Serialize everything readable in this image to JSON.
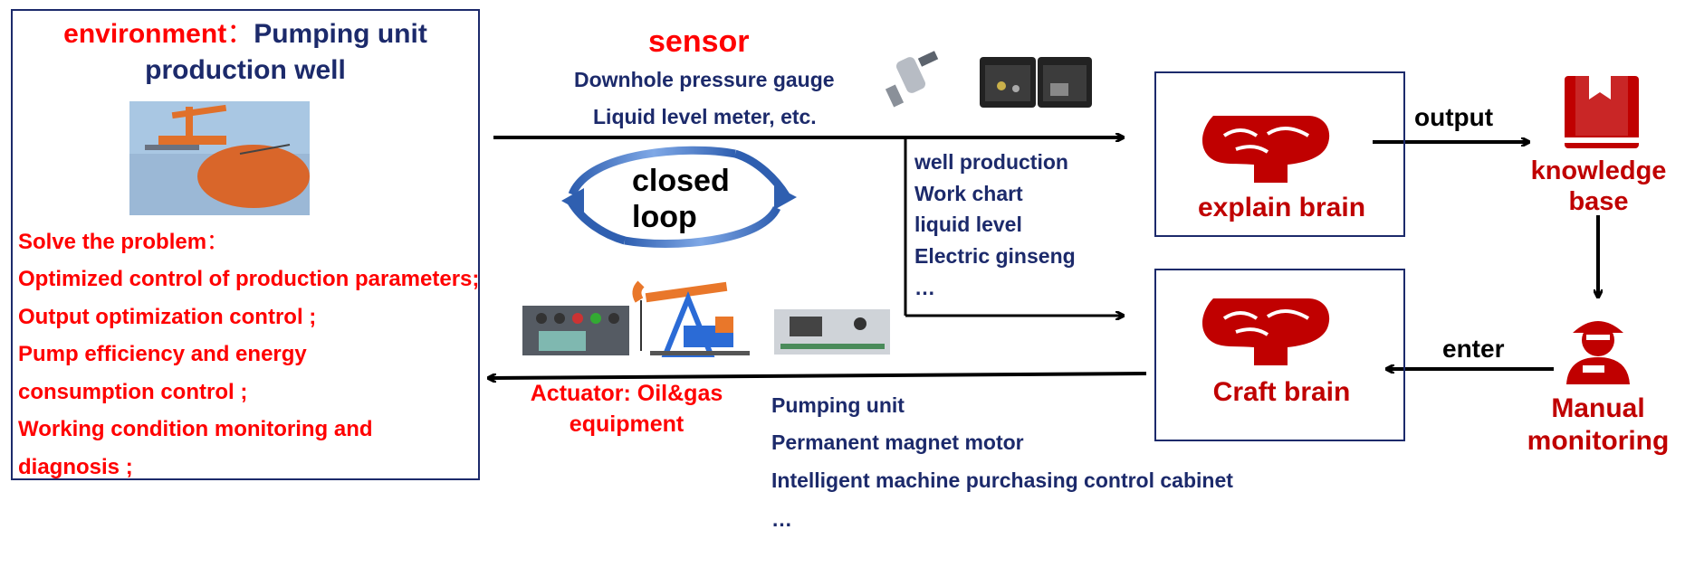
{
  "environment": {
    "label": "environment",
    "separator": "：",
    "title_line1": "Pumping unit",
    "title_line2": "production well",
    "solve_label": "Solve the problem",
    "solve_colon": "：",
    "problems": [
      "Optimized control of production parameters;",
      "Output optimization control ;",
      "Pump efficiency and energy",
      "consumption control ;",
      "Working condition monitoring and",
      "diagnosis ;"
    ],
    "image_icon": "pumping-unit-well-scene"
  },
  "sensor": {
    "title": "sensor",
    "items": [
      "Downhole pressure gauge",
      "Liquid level meter, etc."
    ],
    "image_icons": [
      "pressure-transmitter",
      "instrument-cases"
    ]
  },
  "data_items": [
    "well production",
    "Work chart",
    "liquid level",
    "Electric ginseng",
    "…"
  ],
  "closed_loop": {
    "line1": "closed",
    "line2": "loop"
  },
  "explain_brain": {
    "label": "explain brain",
    "icon": "brain-icon"
  },
  "craft_brain": {
    "label": "Craft brain",
    "icon": "brain-icon"
  },
  "output_label": "output",
  "enter_label": "enter",
  "knowledge_base": {
    "line1": "knowledge",
    "line2": "base",
    "icon": "book-icon"
  },
  "manual_monitoring": {
    "line1": "Manual",
    "line2": "monitoring",
    "icon": "worker-icon"
  },
  "actuator": {
    "line1": "Actuator: Oil&gas",
    "line2": "equipment",
    "image_icons": [
      "control-panel",
      "pumping-jack",
      "control-cabinet"
    ]
  },
  "equipment_items": [
    "Pumping unit",
    "Permanent magnet motor",
    "Intelligent machine purchasing control cabinet",
    "…"
  ],
  "colors": {
    "navy": "#1c2a6b",
    "red": "#ff0000",
    "dark_red": "#c00000",
    "loop_blue": "#3a6fc4"
  }
}
